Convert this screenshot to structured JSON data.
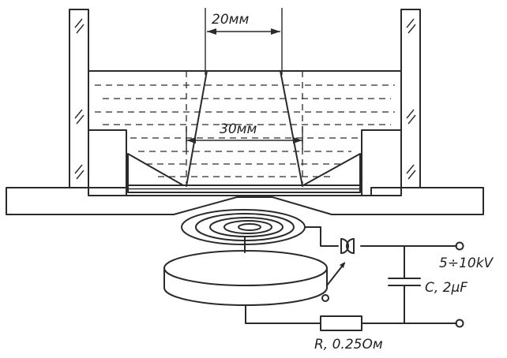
{
  "labels": {
    "top_width": "20мм",
    "bottom_width": "30мм",
    "voltage": "5÷10kV",
    "capacitor": "C, 2μF",
    "resistor": "R, 0.25Ом"
  },
  "colors": {
    "ink": "#2a2a2a",
    "background": "#ffffff"
  }
}
